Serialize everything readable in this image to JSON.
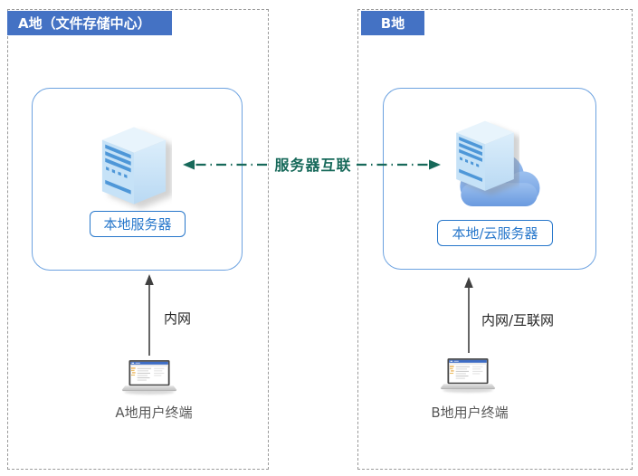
{
  "diagram": {
    "interconnect": {
      "label": "服务器互联",
      "line_style": "dash-dot",
      "direction": "bidirectional"
    },
    "regions": {
      "a": {
        "header": "A地（文件存储中心）",
        "server_label": "本地服务器",
        "network_label": "内网",
        "terminal_label": "A地用户终端"
      },
      "b": {
        "header": "B地",
        "server_label": "本地/云服务器",
        "network_label": "内网/互联网",
        "terminal_label": "B地用户终端"
      }
    },
    "icons": {
      "region_a_server": "server-tower-icon",
      "region_b_server": "cloud-server-icon",
      "region_a_terminal": "laptop-icon",
      "region_b_terminal": "laptop-icon"
    },
    "colors": {
      "header_bg": "#4472C4",
      "header_text": "#FFFFFF",
      "region_border": "#9A9A9A",
      "server_zone_border": "#6CA2E0",
      "server_label_blue": "#2777CB",
      "interconnect_green": "#17695A",
      "network_label_text": "#262626",
      "terminal_text": "#595959",
      "server_front": "#C6E2F7",
      "server_slats": "#4E97D8",
      "cloud_fill_top": "#9CC0EF",
      "cloud_fill_bottom": "#6A9ADF"
    }
  }
}
